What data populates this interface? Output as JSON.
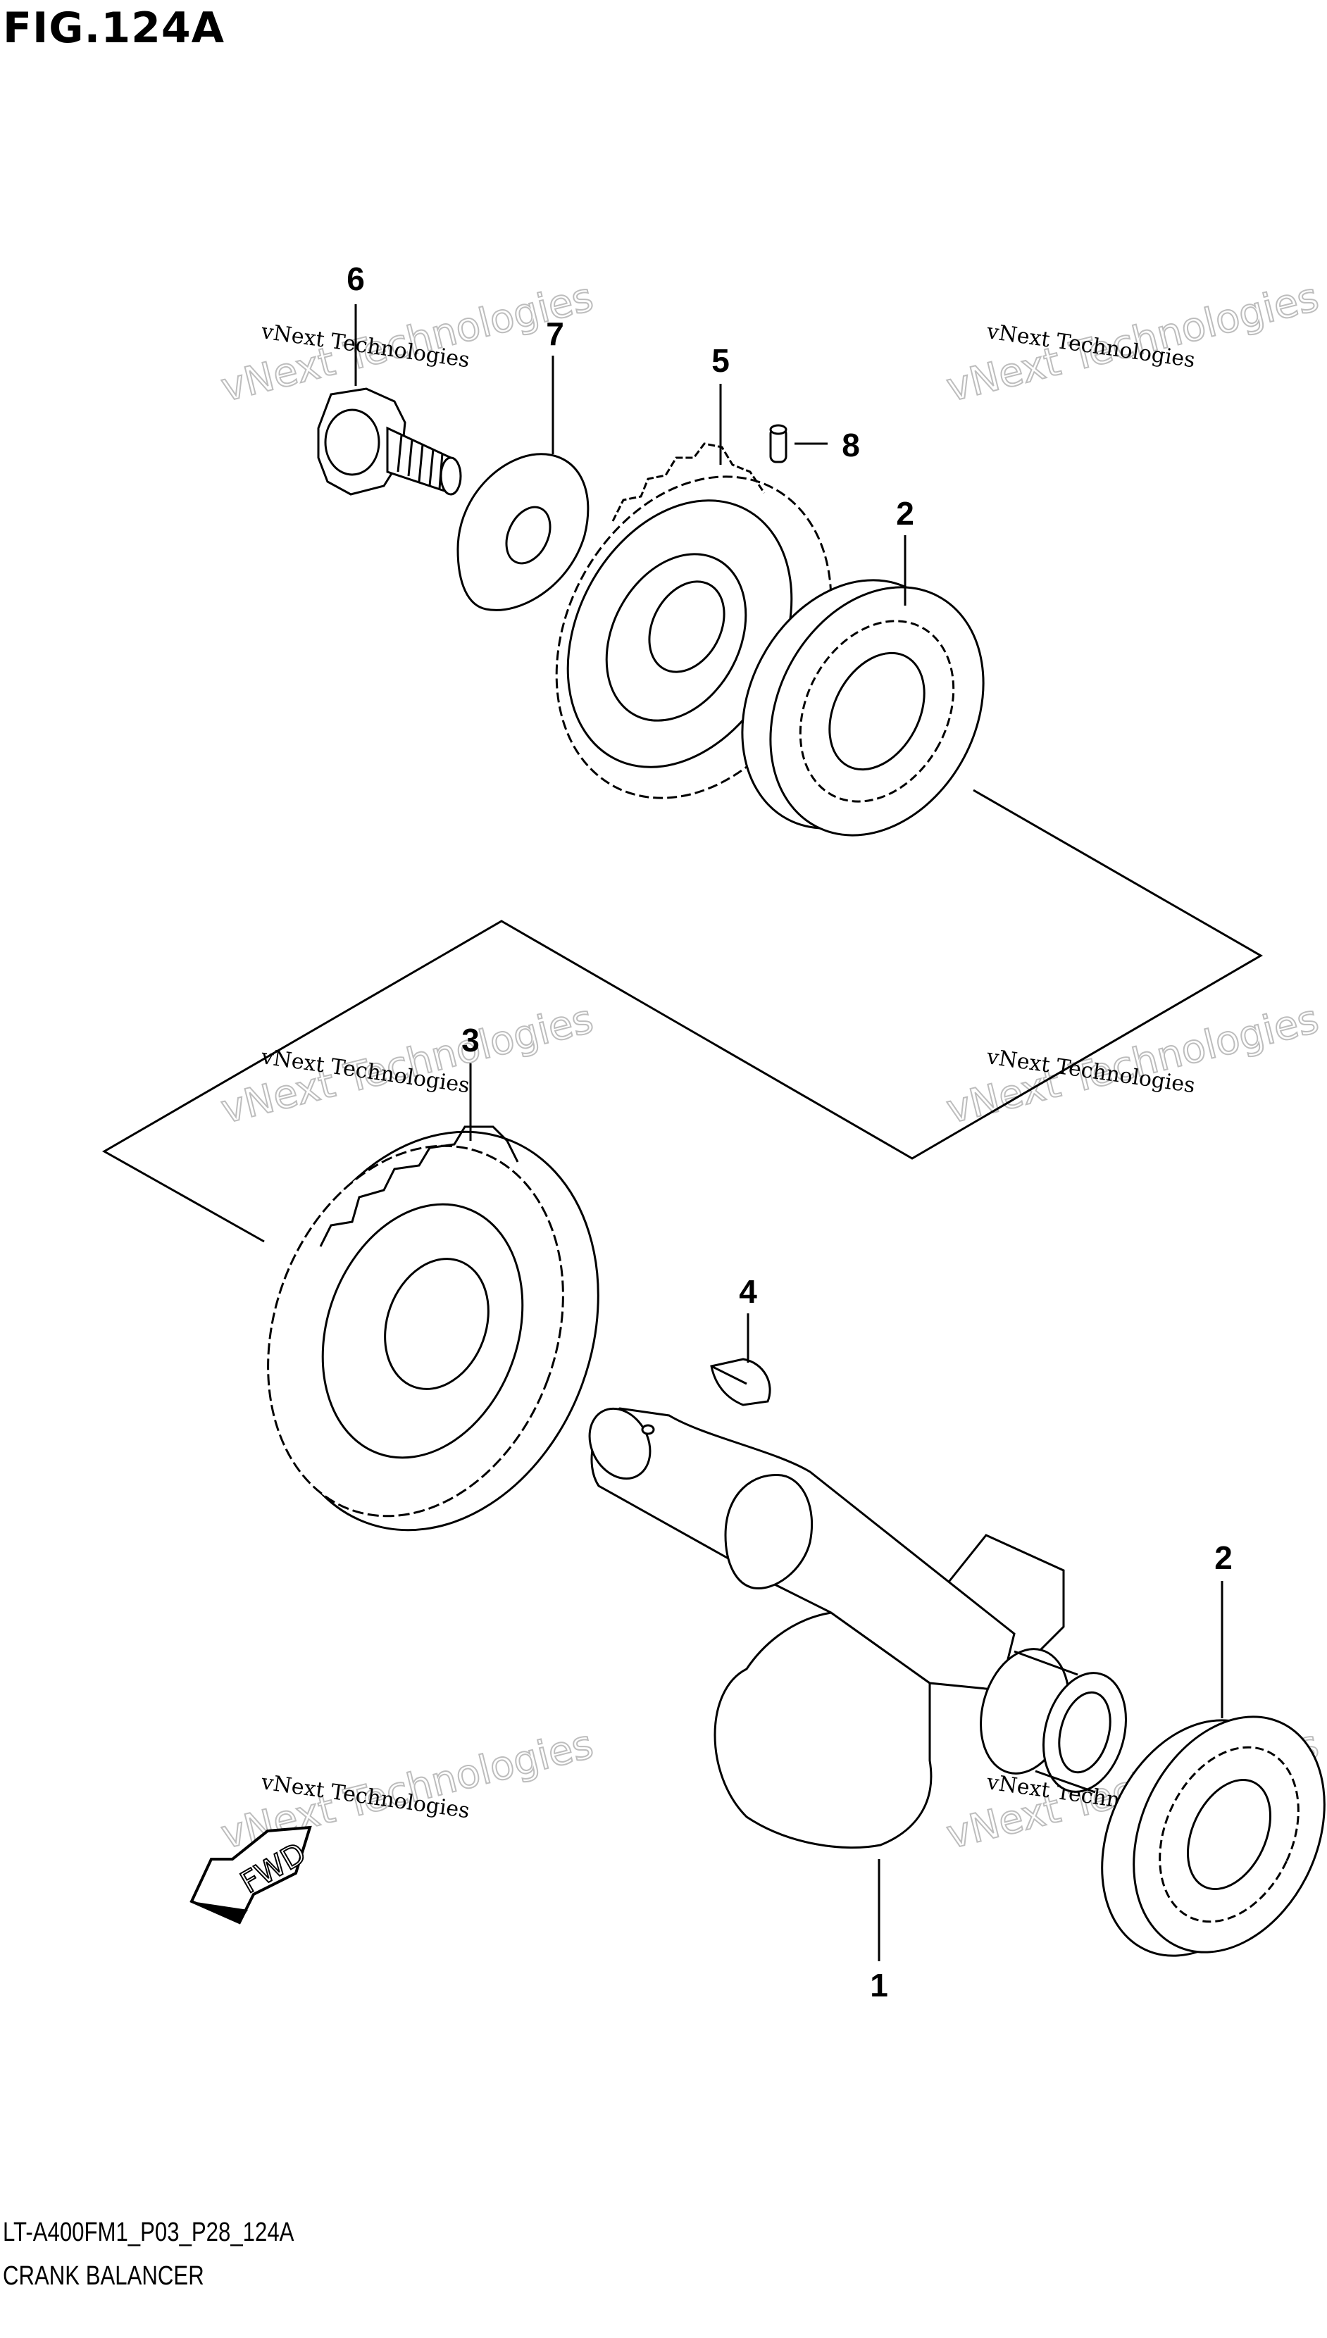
{
  "title": "FIG.124A",
  "callouts": {
    "c1": "1",
    "c2a": "2",
    "c2b": "2",
    "c3": "3",
    "c4": "4",
    "c5": "5",
    "c6": "6",
    "c7": "7",
    "c8": "8"
  },
  "watermark": {
    "line1": "vNext Technologies",
    "line2": "vNext Technologies"
  },
  "fwd_label": "FWD",
  "footer": {
    "code": "LT-A400FM1_P03_P28_124A",
    "name": "CRANK BALANCER"
  }
}
